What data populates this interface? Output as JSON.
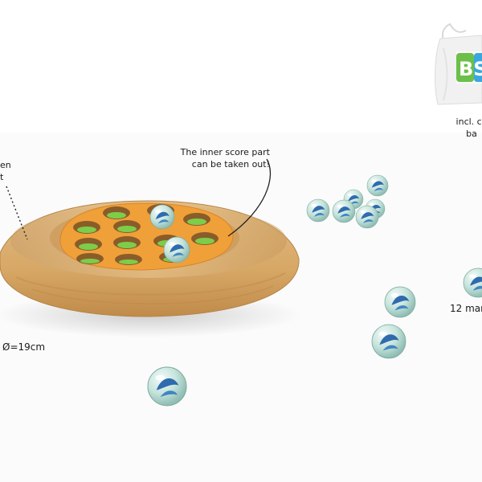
{
  "labels": {
    "wooden_part_line1": "en",
    "wooden_part_line2": "t",
    "inner_score_line1": "The inner score part",
    "inner_score_line2": "can be taken out!",
    "diameter": "Ø=19cm",
    "marbles_count": "12 mar",
    "bag_line1": "incl. co",
    "bag_line2": "ba"
  },
  "bag_logo": "BS",
  "colors": {
    "wood": "#d9ad72",
    "wood_dark": "#b98544",
    "score_orange": "#f0a038",
    "hole_green": "#7ccd4a",
    "marble_glass": "#cfe9e2",
    "marble_blue": "#1f5fa8",
    "bag_logo_green": "#6cc04a",
    "bag_logo_blue": "#3aa7df"
  }
}
